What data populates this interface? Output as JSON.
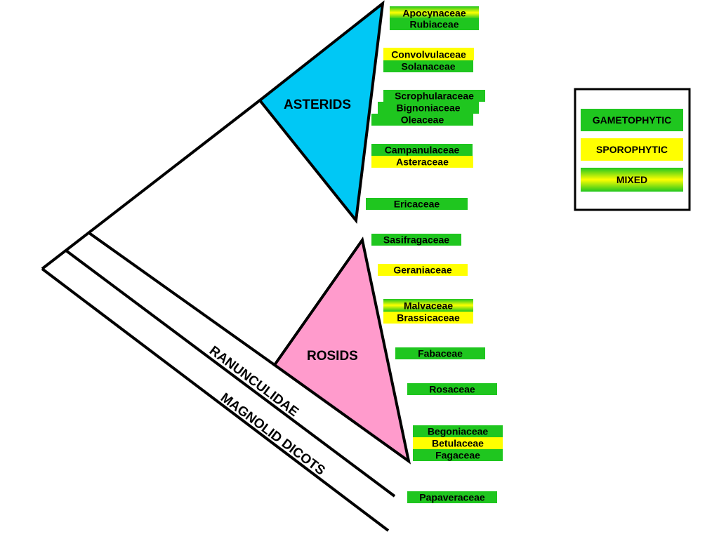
{
  "colors": {
    "gametophytic": "#1fc61f",
    "sporophytic": "#ffff00",
    "asterids": "#00c8f5",
    "rosids": "#ff9bcc",
    "lines": "#000000"
  },
  "clades": {
    "asterids": "ASTERIDS",
    "rosids": "ROSIDS",
    "ranunculidae": "RANUNCULIDAE",
    "magnolid": "MAGNOLID DICOTS"
  },
  "families": [
    {
      "name": "Apocynaceae",
      "type": "mixed"
    },
    {
      "name": "Rubiaceae",
      "type": "gametophytic"
    },
    {
      "name": "Convolvulaceae",
      "type": "sporophytic"
    },
    {
      "name": "Solanaceae",
      "type": "gametophytic"
    },
    {
      "name": "Scrophularaceae",
      "type": "gametophytic"
    },
    {
      "name": "Bignoniaceae",
      "type": "gametophytic"
    },
    {
      "name": "Oleaceae",
      "type": "gametophytic"
    },
    {
      "name": "Campanulaceae",
      "type": "gametophytic"
    },
    {
      "name": "Asteraceae",
      "type": "sporophytic"
    },
    {
      "name": "Ericaceae",
      "type": "gametophytic"
    },
    {
      "name": "Sasifragaceae",
      "type": "gametophytic"
    },
    {
      "name": "Geraniaceae",
      "type": "sporophytic"
    },
    {
      "name": "Malvaceae",
      "type": "mixed"
    },
    {
      "name": "Brassicaceae",
      "type": "sporophytic"
    },
    {
      "name": "Fabaceae",
      "type": "gametophytic"
    },
    {
      "name": "Rosaceae",
      "type": "gametophytic"
    },
    {
      "name": "Begoniaceae",
      "type": "gametophytic"
    },
    {
      "name": "Betulaceae",
      "type": "sporophytic"
    },
    {
      "name": "Fagaceae",
      "type": "gametophytic"
    },
    {
      "name": "Papaveraceae",
      "type": "gametophytic"
    }
  ],
  "legend": {
    "gametophytic": "GAMETOPHYTIC",
    "sporophytic": "SPOROPHYTIC",
    "mixed": "MIXED"
  }
}
